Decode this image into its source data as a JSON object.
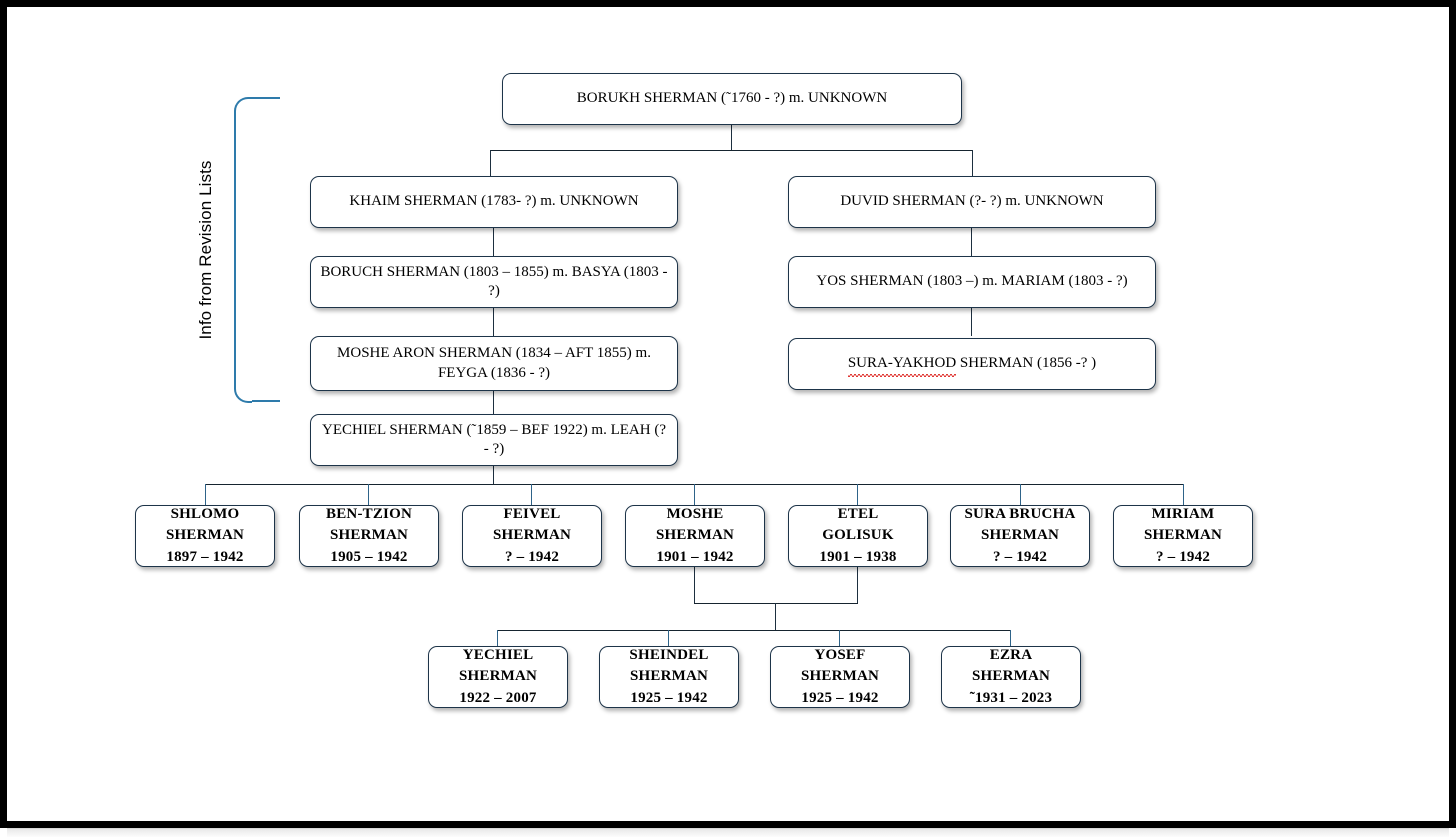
{
  "page": {
    "title": "Sherman Family Tree",
    "background_color": "#ffffff",
    "frame_color": "#000000",
    "box_border_color": "#1d3449",
    "connector_color": "#1d2f3f",
    "bracket_color": "#2e7bab",
    "spellcheck_underline_color": "#e03a36"
  },
  "annotation": {
    "bracket_label": "Info from Revision Lists"
  },
  "generations": {
    "gen0": [
      {
        "id": "borukh-sherman",
        "text": "BORUKH  SHERMAN (˜1760 - ?) m. UNKNOWN",
        "name": "BORUKH SHERMAN",
        "dates": "˜1760 - ?",
        "spouse": "UNKNOWN"
      }
    ],
    "gen1": [
      {
        "id": "khaim-sherman",
        "text": "KHAIM SHERMAN (1783- ?) m. UNKNOWN",
        "name": "KHAIM SHERMAN",
        "dates": "1783- ?",
        "spouse": "UNKNOWN"
      },
      {
        "id": "duvid-sherman",
        "text": "DUVID SHERMAN (?- ?) m. UNKNOWN",
        "name": "DUVID SHERMAN",
        "dates": "?- ?",
        "spouse": "UNKNOWN"
      }
    ],
    "gen2": [
      {
        "id": "boruch-sherman",
        "text": "BORUCH SHERMAN (1803 – 1855) m. BASYA (1803 - ?)",
        "name": "BORUCH SHERMAN",
        "dates": "1803 – 1855",
        "spouse": "BASYA (1803 - ?)"
      },
      {
        "id": "yos-sherman",
        "text": "YOS SHERMAN (1803 –) m. MARIAM (1803 - ?)",
        "name": "YOS SHERMAN",
        "dates": "1803 –",
        "spouse": "MARIAM (1803 - ?)"
      }
    ],
    "gen3": [
      {
        "id": "moshe-aron-sherman",
        "line1": "MOSHE ARON SHERMAN (1834 – AFT 1855) m.",
        "line2": "FEYGA (1836 - ?)",
        "name": "MOSHE ARON SHERMAN",
        "dates": "1834 – AFT 1855",
        "spouse": "FEYGA (1836 - ?)"
      },
      {
        "id": "sura-yakhod-sherman",
        "name_misspelled": "SURA-YAKHOD",
        "rest": " SHERMAN (1856 -? )",
        "text": "SURA-YAKHOD SHERMAN (1856 -? )",
        "has_spellcheck_underline": true
      }
    ],
    "gen4": [
      {
        "id": "yechiel-sherman",
        "text": "YECHIEL SHERMAN (˜1859 – BEF 1922) m. LEAH (? - ?)",
        "name": "YECHIEL SHERMAN",
        "dates": "˜1859 – BEF 1922",
        "spouse": "LEAH (? - ?)"
      }
    ],
    "gen5": [
      {
        "id": "shlomo-sherman",
        "line1": "SHLOMO",
        "line2": "SHERMAN",
        "line3": "1897 – 1942"
      },
      {
        "id": "ben-tzion-sherman",
        "line1": "BEN-TZION",
        "line2": "SHERMAN",
        "line3": "1905 – 1942"
      },
      {
        "id": "feivel-sherman",
        "line1": "FEIVEL",
        "line2": "SHERMAN",
        "line3": "? – 1942"
      },
      {
        "id": "moshe-sherman",
        "line1": "MOSHE",
        "line2": "SHERMAN",
        "line3": "1901 – 1942"
      },
      {
        "id": "etel-golisuk",
        "line1": "ETEL",
        "line2": "GOLISUK",
        "line3": "1901 – 1938"
      },
      {
        "id": "sura-brucha-sherman",
        "line1": "SURA BRUCHA",
        "line2": "SHERMAN",
        "line3": "? – 1942"
      },
      {
        "id": "miriam-sherman",
        "line1": "MIRIAM",
        "line2": "SHERMAN",
        "line3": "? – 1942"
      }
    ],
    "gen6": [
      {
        "id": "yechiel-sherman-1922",
        "line1": "YECHIEL",
        "line2": "SHERMAN",
        "line3": "1922 – 2007"
      },
      {
        "id": "sheindel-sherman",
        "line1": "SHEINDEL",
        "line2": "SHERMAN",
        "line3": "1925 – 1942"
      },
      {
        "id": "yosef-sherman",
        "line1": "YOSEF",
        "line2": "SHERMAN",
        "line3": "1925 – 1942"
      },
      {
        "id": "ezra-sherman",
        "line1": "EZRA",
        "line2": "SHERMAN",
        "line3": "˜1931  –  2023"
      }
    ]
  }
}
